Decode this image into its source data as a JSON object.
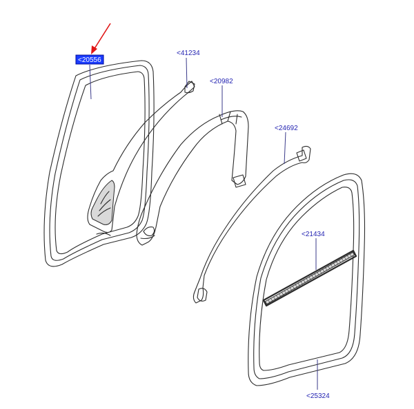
{
  "callouts": {
    "highlighted": "<20556",
    "c41234": "<41234",
    "c20982": "<20982",
    "c24692": "<24692",
    "c21434": "<21434",
    "c25324": "<25324"
  },
  "colors": {
    "highlight_box": "#1a3cff",
    "callout_text": "#1f1fb0",
    "pointer_arrow": "#e01515"
  }
}
